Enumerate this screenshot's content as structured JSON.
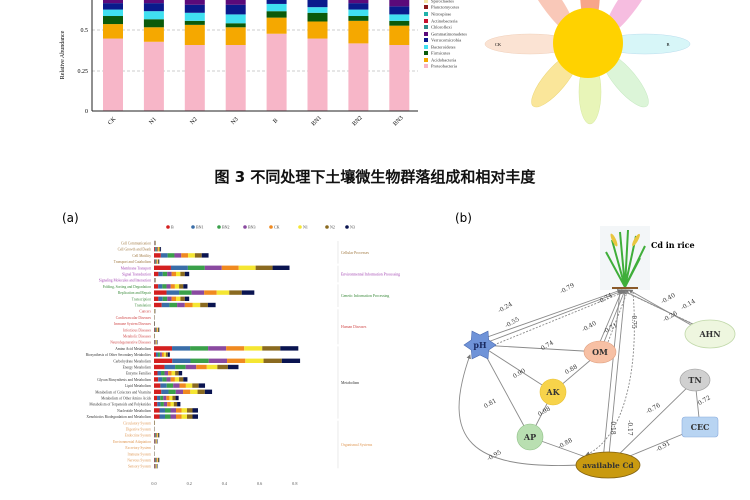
{
  "caption": "图 3  不同处理下土壤微生物群落组成和相对丰度",
  "chart_data": [
    {
      "type": "bar",
      "stacked": true,
      "ylabel": "Relative Abundance",
      "yticks": [
        "0",
        "0.25",
        "0.5"
      ],
      "grid": true,
      "legend_position": "right",
      "categories": [
        "CK",
        "N1",
        "N2",
        "N3",
        "B",
        "BN1",
        "BN2",
        "BN3"
      ],
      "legend": [
        "Spirochaetes",
        "Planctomycetes",
        "Nitrospirae",
        "Actinobacteria",
        "Chloroflexi",
        "Gemmatimonadetes",
        "Verrucomicrobia",
        "Bacteroidetes",
        "Firmicutes",
        "Acidobacteria",
        "Proteobacteria"
      ],
      "legend_colors": [
        "#f3e7a6",
        "#8b1a1a",
        "#20b2aa",
        "#c8102e",
        "#2e8b8b",
        "#5b0a7a",
        "#0a1a8c",
        "#40e0f0",
        "#0a5a0a",
        "#f5a800",
        "#f7b6c8"
      ],
      "series": [
        {
          "name": "Proteobacteria",
          "color": "#f7b6c8",
          "values": [
            0.45,
            0.43,
            0.41,
            0.41,
            0.48,
            0.45,
            0.42,
            0.41
          ]
        },
        {
          "name": "Acidobacteria",
          "color": "#f5a800",
          "values": [
            0.09,
            0.09,
            0.125,
            0.11,
            0.1,
            0.106,
            0.14,
            0.12
          ]
        },
        {
          "name": "Firmicutes",
          "color": "#0a5a0a",
          "values": [
            0.05,
            0.05,
            0.025,
            0.025,
            0.04,
            0.054,
            0.03,
            0.03
          ]
        },
        {
          "name": "Bacteroidetes",
          "color": "#40e0f0",
          "values": [
            0.04,
            0.05,
            0.05,
            0.055,
            0.045,
            0.035,
            0.04,
            0.04
          ]
        },
        {
          "name": "Verrucomicrobia",
          "color": "#0a1a8c",
          "values": [
            0.04,
            0.05,
            0.05,
            0.06,
            0.025,
            0.045,
            0.04,
            0.05
          ]
        },
        {
          "name": "Gemmatimonadetes",
          "color": "#5b0a7a",
          "values": [
            0.05,
            0.05,
            0.05,
            0.05,
            0.05,
            0.05,
            0.05,
            0.05
          ]
        }
      ]
    },
    {
      "type": "bar",
      "orientation": "horizontal",
      "stacked": true,
      "panel_label": "(a)",
      "xticks": [
        "0.0",
        "0.2",
        "0.4",
        "0.6",
        "0.8"
      ],
      "xlim": [
        0,
        0.8
      ],
      "legend_position": "top",
      "series_names": [
        "B",
        "BN1",
        "BN2",
        "BN3",
        "CK",
        "N1",
        "N2",
        "N3"
      ],
      "series_colors": [
        "#d42020",
        "#3a6ea8",
        "#3aa04a",
        "#8a4aa0",
        "#f08a20",
        "#f5e632",
        "#8a6a20",
        "#0a1450"
      ],
      "categories": [
        "Cell Communication",
        "Cell Growth and Death",
        "Cell Motility",
        "Transport and Catabolism",
        "Membrane Transport",
        "Signal Transduction",
        "Signaling Molecules and Interaction",
        "Folding, Sorting and Degradation",
        "Replication and Repair",
        "Transcription",
        "Translation",
        "Cancers",
        "Cardiovascular Diseases",
        "Immune System Diseases",
        "Infectious Diseases",
        "Metabolic Diseases",
        "Neurodegenerative Diseases",
        "Amino Acid Metabolism",
        "Biosynthesis of Other Secondary Metabolites",
        "Carbohydrate Metabolism",
        "Energy Metabolism",
        "Enzyme Families",
        "Glycan Biosynthesis and Metabolism",
        "Lipid Metabolism",
        "Metabolism of Cofactors and Vitamins",
        "Metabolism of Other Amino Acids",
        "Metabolism of Terpenoids and Polyketides",
        "Nucleotide Metabolism",
        "Xenobiotics Biodegradation and Metabolism",
        "Circulatory System",
        "Digestive System",
        "Endocrine System",
        "Environmental Adaptation",
        "Excretory System",
        "Immune System",
        "Nervous System",
        "Sensory System"
      ],
      "totals": [
        0.01,
        0.04,
        0.31,
        0.03,
        0.77,
        0.2,
        0.01,
        0.19,
        0.57,
        0.2,
        0.35,
        0.008,
        0.001,
        0.005,
        0.03,
        0.003,
        0.02,
        0.82,
        0.09,
        0.83,
        0.48,
        0.16,
        0.19,
        0.29,
        0.33,
        0.14,
        0.15,
        0.25,
        0.25,
        0.003,
        0.002,
        0.03,
        0.02,
        0.002,
        0.001,
        0.03,
        0.02
      ],
      "groups": [
        {
          "name": "Cellular Processes",
          "rows": [
            0,
            3
          ],
          "color": "#a07840"
        },
        {
          "name": "Environmental Information Processing",
          "rows": [
            4,
            6
          ],
          "color": "#a040b0"
        },
        {
          "name": "Genetic Information Processing",
          "rows": [
            7,
            10
          ],
          "color": "#3a8a3a"
        },
        {
          "name": "Human Diseases",
          "rows": [
            11,
            16
          ],
          "color": "#d04848"
        },
        {
          "name": "Metabolism",
          "rows": [
            17,
            28
          ],
          "color": "#333333"
        },
        {
          "name": "Organismal Systems",
          "rows": [
            29,
            36
          ],
          "color": "#e09a58"
        }
      ]
    }
  ],
  "venn": {
    "center_color": "#ffd200",
    "petals": [
      {
        "label": "CK",
        "color": "#fbe3d3"
      },
      {
        "label": "B",
        "color": "#d7f6f8"
      }
    ]
  },
  "path_diagram": {
    "panel_label": "(b)",
    "target_label": "Cd in rice",
    "nodes": [
      {
        "id": "pH",
        "label": "pH",
        "color": "#6f93d8"
      },
      {
        "id": "OM",
        "label": "OM",
        "color": "#f7c0a4"
      },
      {
        "id": "AK",
        "label": "AK",
        "color": "#f7d34a"
      },
      {
        "id": "AP",
        "label": "AP",
        "color": "#b9dfb1"
      },
      {
        "id": "Cd",
        "label": "available Cd",
        "color": "#c99a10"
      },
      {
        "id": "AHN",
        "label": "AHN",
        "color": "#eef6df"
      },
      {
        "id": "TN",
        "label": "TN",
        "color": "#d0d0d0"
      },
      {
        "id": "CEC",
        "label": "CEC",
        "color": "#b8d4f2"
      }
    ],
    "edges": [
      {
        "from": "pH",
        "to": "rice",
        "label": "-0.79",
        "dashed": false
      },
      {
        "from": "pH",
        "to": "rice",
        "label": "-0.24",
        "dashed": false
      },
      {
        "from": "pH",
        "to": "rice",
        "label": "-0.55",
        "dashed": true
      },
      {
        "from": "OM",
        "to": "rice",
        "label": "-0.74",
        "dashed": false
      },
      {
        "from": "OM",
        "to": "rice",
        "label": "-0.40",
        "dashed": false
      },
      {
        "from": "OM",
        "to": "rice",
        "label": "-0.71",
        "dashed": true
      },
      {
        "from": "Cd",
        "to": "rice",
        "label": "0.75",
        "dashed": false
      },
      {
        "from": "Cd",
        "to": "rice",
        "label": "0.18",
        "dashed": false
      },
      {
        "from": "Cd",
        "to": "rice",
        "label": "-0.17",
        "dashed": true
      },
      {
        "from": "AHN",
        "to": "rice",
        "label": "-0.40",
        "dashed": false
      },
      {
        "from": "AHN",
        "to": "rice",
        "label": "-0.14",
        "dashed": false
      },
      {
        "from": "AHN",
        "to": "rice",
        "label": "-0.26",
        "dashed": true
      },
      {
        "from": "pH",
        "to": "OM",
        "label": "0.74",
        "dashed": false
      },
      {
        "from": "pH",
        "to": "AK",
        "label": "0.90",
        "dashed": false
      },
      {
        "from": "AK",
        "to": "OM",
        "label": "0.88",
        "dashed": false
      },
      {
        "from": "pH",
        "to": "AP",
        "label": "0.81",
        "dashed": false
      },
      {
        "from": "AK",
        "to": "AP",
        "label": "0.98",
        "dashed": false
      },
      {
        "from": "AP",
        "to": "Cd",
        "label": "-0.88",
        "dashed": false
      },
      {
        "from": "pH",
        "to": "Cd",
        "label": "-0.95",
        "dashed": false
      },
      {
        "from": "Cd",
        "to": "TN",
        "label": "-0.76",
        "dashed": false
      },
      {
        "from": "TN",
        "to": "CEC",
        "label": "0.72",
        "dashed": false
      },
      {
        "from": "CEC",
        "to": "Cd",
        "label": "-0.91",
        "dashed": false
      }
    ]
  }
}
